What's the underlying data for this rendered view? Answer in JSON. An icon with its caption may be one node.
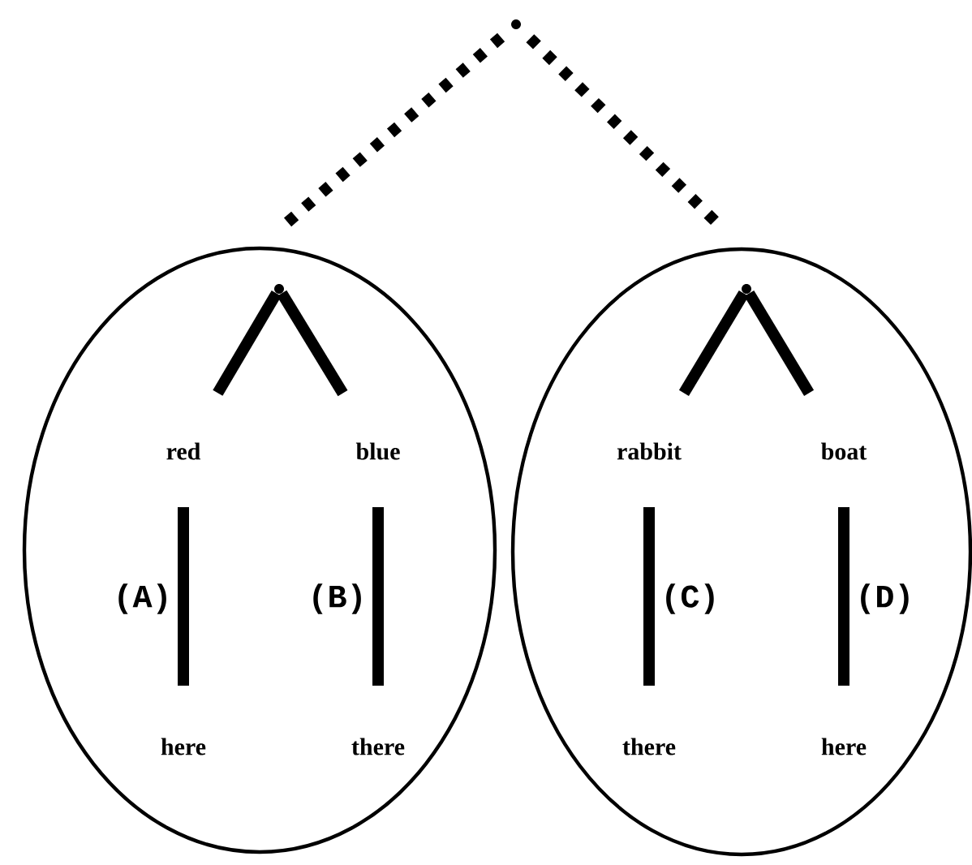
{
  "diagram": {
    "nodes": [
      {
        "text": [],
        "shape": "point"
      },
      {
        "text": [],
        "shape": "ellipse"
      },
      {
        "text": [],
        "shape": "point",
        "in": 1
      },
      {
        "text": [
          "red"
        ],
        "in": 1
      },
      {
        "text": [
          "blue"
        ],
        "in": 1
      },
      {
        "text": [
          "here"
        ],
        "in": 1
      },
      {
        "text": [
          "there"
        ],
        "in": 1
      },
      {
        "text": [],
        "shape": "ellipse"
      },
      {
        "text": [],
        "shape": "point",
        "in": 7
      },
      {
        "text": [
          "rabbit"
        ],
        "in": 7
      },
      {
        "text": [
          "boat"
        ],
        "in": 7
      },
      {
        "text": [
          "there"
        ],
        "in": 7
      },
      {
        "text": [
          "here"
        ],
        "in": 7
      }
    ],
    "edges": [
      {
        "from": 0,
        "to": 1,
        "arrow": "none",
        "style": "dashed"
      },
      {
        "from": 0,
        "to": 7,
        "arrow": "none",
        "style": "dashed"
      },
      {
        "from": 2,
        "to": 3,
        "arrow": "none"
      },
      {
        "from": 2,
        "to": 4,
        "arrow": "none"
      },
      {
        "from": 3,
        "to": 5,
        "arrow": "none",
        "label": "(A)"
      },
      {
        "from": 4,
        "to": 6,
        "arrow": "none",
        "label": "(B)"
      },
      {
        "from": 8,
        "to": 9,
        "arrow": "none"
      },
      {
        "from": 8,
        "to": 10,
        "arrow": "none"
      },
      {
        "from": 9,
        "to": 11,
        "arrow": "none",
        "label": "(C)"
      },
      {
        "from": 10,
        "to": 12,
        "arrow": "none",
        "label": "(D)"
      }
    ]
  }
}
